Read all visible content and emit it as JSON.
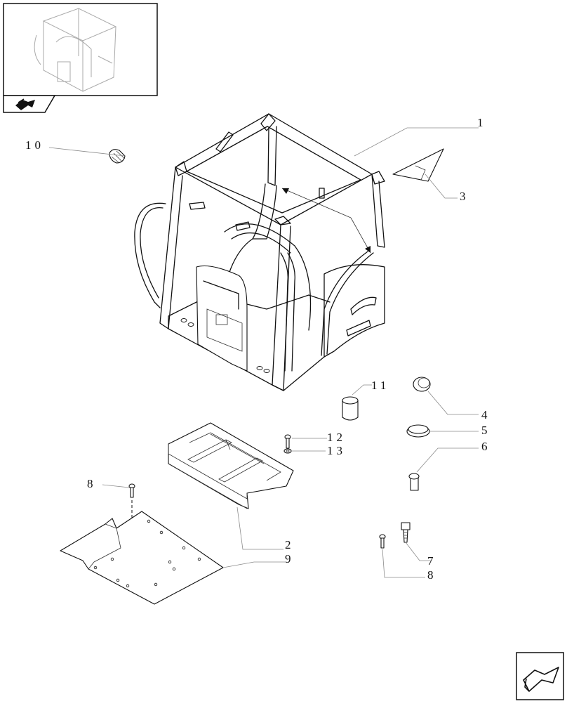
{
  "callouts": [
    {
      "id": "1",
      "label": "1"
    },
    {
      "id": "2",
      "label": "2"
    },
    {
      "id": "3",
      "label": "3"
    },
    {
      "id": "4",
      "label": "4"
    },
    {
      "id": "5",
      "label": "5"
    },
    {
      "id": "6",
      "label": "6"
    },
    {
      "id": "7",
      "label": "7"
    },
    {
      "id": "8a",
      "label": "8"
    },
    {
      "id": "8b",
      "label": "8"
    },
    {
      "id": "9",
      "label": "9"
    },
    {
      "id": "10",
      "label": "10"
    },
    {
      "id": "11",
      "label": "11"
    },
    {
      "id": "12",
      "label": "12"
    },
    {
      "id": "13",
      "label": "13"
    }
  ],
  "icons": {
    "thumbnail": "cab-frame-thumbnail",
    "top_nav": "arrow-right-icon",
    "bottom_nav": "arrow-left-icon"
  },
  "colors": {
    "line": "#111111",
    "leader": "#8a8a8a",
    "background": "#ffffff"
  }
}
